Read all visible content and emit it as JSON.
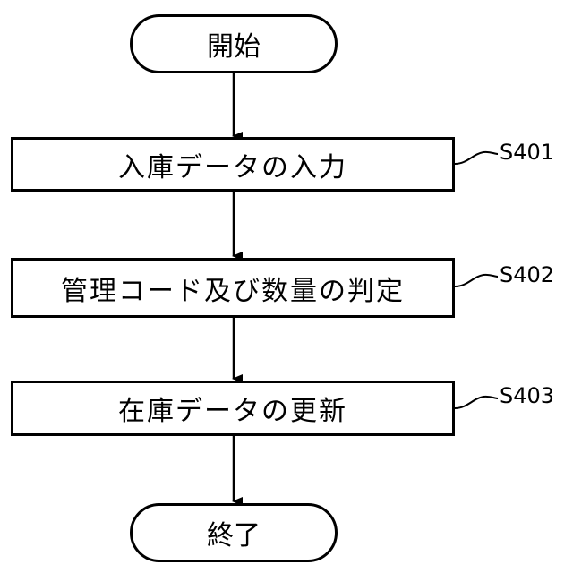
{
  "flowchart": {
    "start": {
      "label": "開始"
    },
    "steps": [
      {
        "label": "入庫データの入力",
        "step_id": "S401"
      },
      {
        "label": "管理コード及び数量の判定",
        "step_id": "S402"
      },
      {
        "label": "在庫データの更新",
        "step_id": "S403"
      }
    ],
    "end": {
      "label": "終了"
    }
  }
}
